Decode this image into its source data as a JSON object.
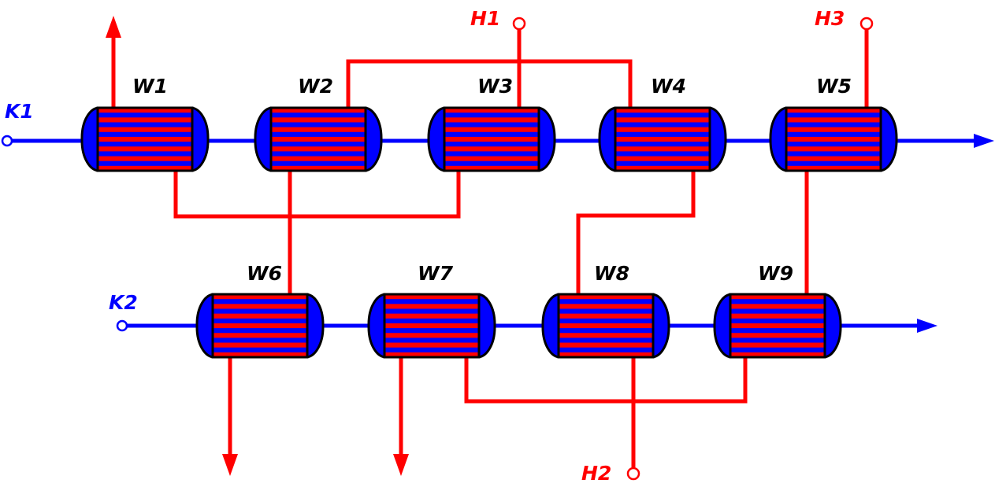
{
  "colors": {
    "hot": "#ff0000",
    "cold": "#0000ff",
    "outline": "#000000",
    "background": "#ffffff"
  },
  "exchangers": [
    {
      "label": "W1"
    },
    {
      "label": "W2"
    },
    {
      "label": "W3"
    },
    {
      "label": "W4"
    },
    {
      "label": "W5"
    },
    {
      "label": "W6"
    },
    {
      "label": "W7"
    },
    {
      "label": "W8"
    },
    {
      "label": "W9"
    }
  ],
  "cold_streams": [
    {
      "label": "K1"
    },
    {
      "label": "K2"
    }
  ],
  "hot_streams": [
    {
      "label": "H1"
    },
    {
      "label": "H2"
    },
    {
      "label": "H3"
    }
  ]
}
